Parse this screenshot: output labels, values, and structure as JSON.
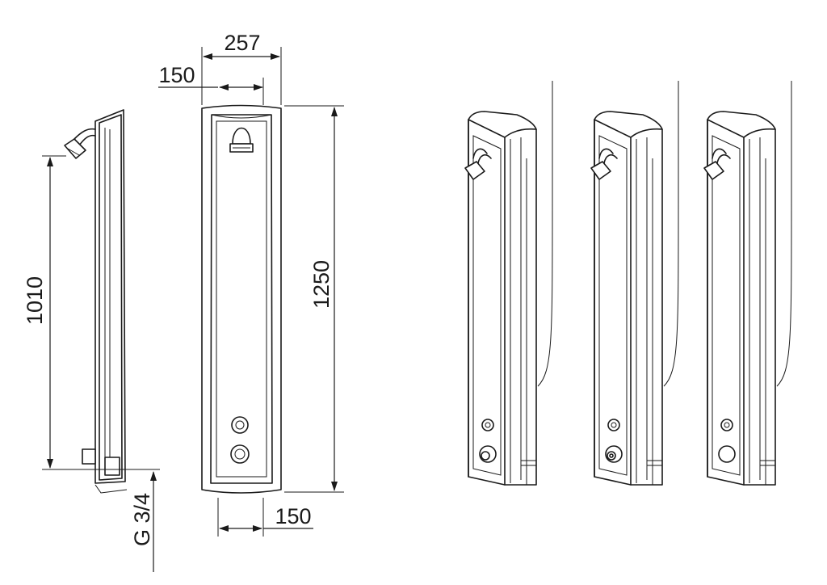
{
  "dimensions": {
    "total_width": "257",
    "head_offset": "150",
    "outlet_height": "1010",
    "panel_height": "1250",
    "bottom_offset": "150",
    "connection_thread": "G 3/4"
  },
  "views": [
    "side-view",
    "front-view",
    "variant-1",
    "variant-2",
    "variant-3"
  ]
}
